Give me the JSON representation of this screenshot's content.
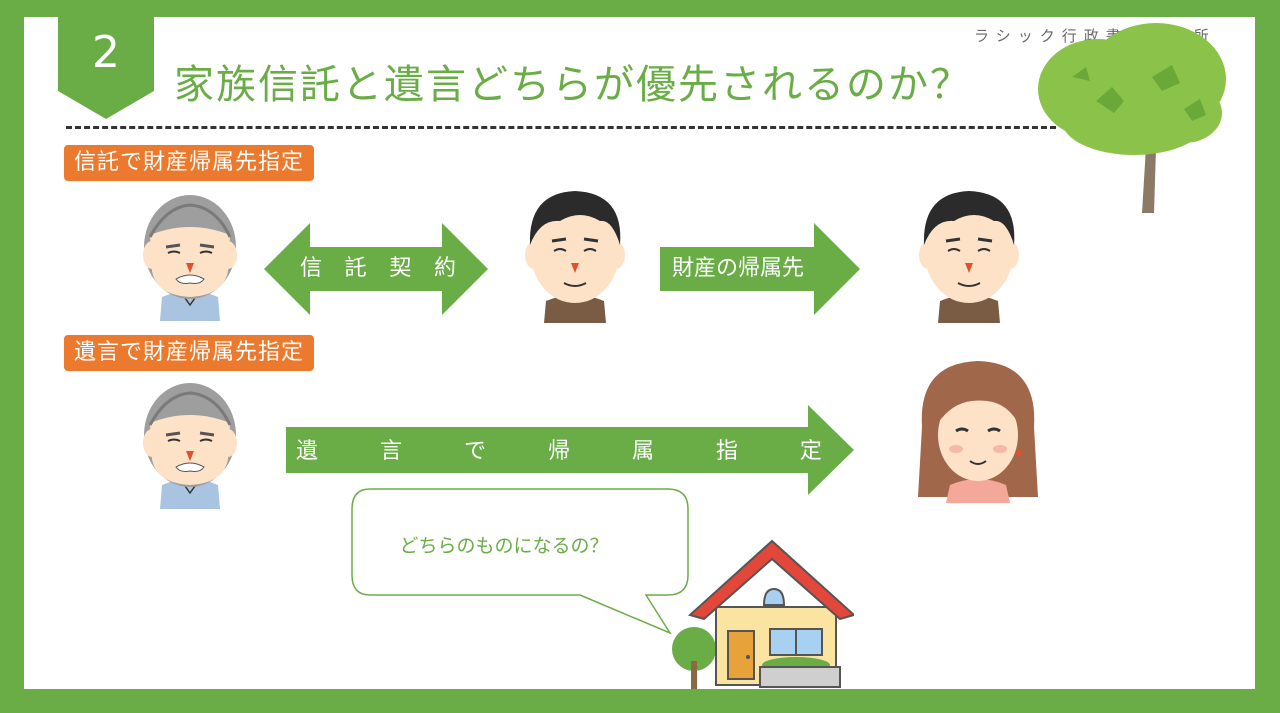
{
  "slide": {
    "number": "2",
    "title": "家族信託と遺言どちらが優先されるのか？",
    "brand": "ラシック行政書士事務所"
  },
  "rows": [
    {
      "tag": "信託で財産帰属先指定",
      "arrow1": "信託契約",
      "arrow2": "財産の帰属先"
    },
    {
      "tag": "遺言で財産帰属先指定",
      "arrow": "遺言で帰属指定"
    }
  ],
  "bubble": {
    "text": "どちらのものになるの？"
  },
  "colors": {
    "frame": "#6aad47",
    "tag": "#ec7a2e",
    "arrow": "#6aad47",
    "text": "#ffffff"
  }
}
